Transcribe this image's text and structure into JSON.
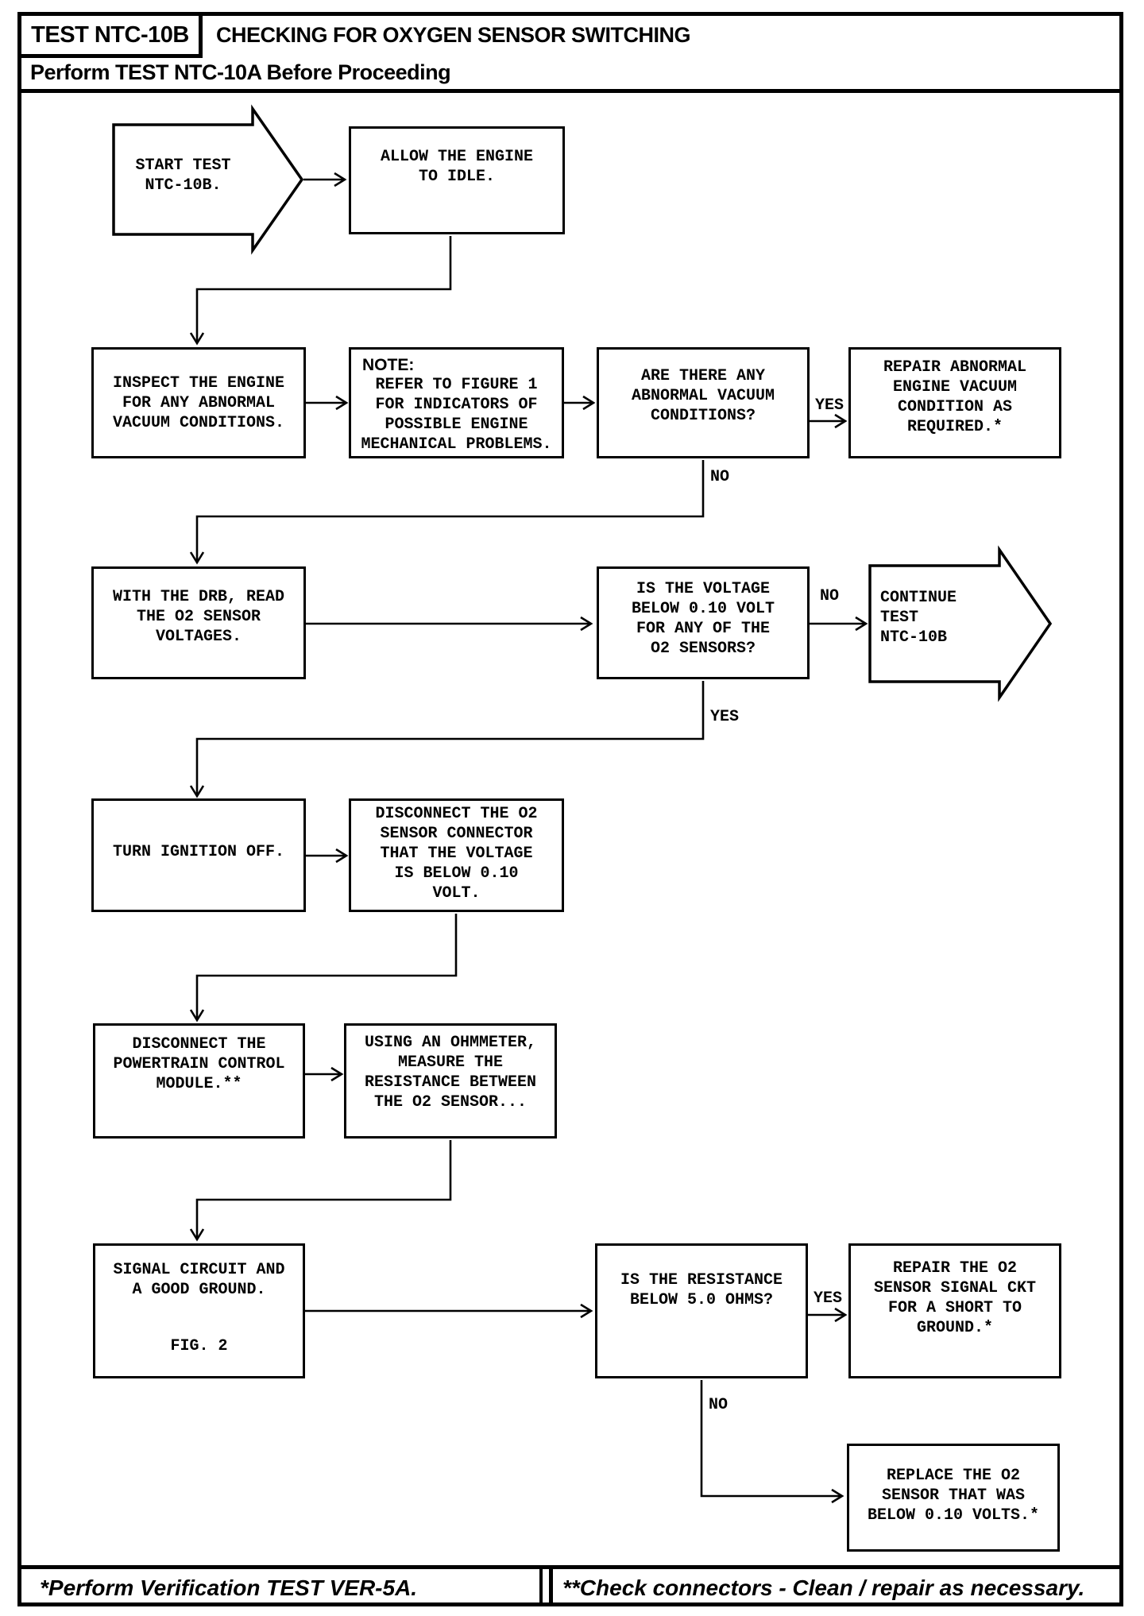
{
  "header": {
    "test_id": "TEST NTC-10B",
    "title": "CHECKING FOR OXYGEN SENSOR SWITCHING",
    "subtitle": "Perform TEST NTC-10A Before Proceeding"
  },
  "flowchart": {
    "start": "START TEST\nNTC-10B.",
    "allow_idle": "ALLOW THE ENGINE\nTO IDLE.",
    "inspect_engine": "INSPECT THE ENGINE\nFOR ANY ABNORMAL\nVACUUM CONDITIONS.",
    "note_label": "NOTE:",
    "note_text": "REFER TO FIGURE 1\nFOR INDICATORS OF\nPOSSIBLE ENGINE\nMECHANICAL PROBLEMS.",
    "vacuum_question": "ARE THERE ANY\nABNORMAL VACUUM\nCONDITIONS?",
    "repair_vacuum": "REPAIR ABNORMAL\nENGINE VACUUM\nCONDITION AS\nREQUIRED.*",
    "drb_read": "WITH THE DRB, READ\nTHE O2 SENSOR\nVOLTAGES.",
    "voltage_question": "IS THE VOLTAGE\nBELOW 0.10 VOLT\nFOR ANY OF THE\nO2 SENSORS?",
    "continue_test": "CONTINUE TEST\nNTC-10B",
    "turn_ignition": "TURN IGNITION OFF.",
    "disconnect_o2": "DISCONNECT THE O2\nSENSOR CONNECTOR\nTHAT THE VOLTAGE\nIS BELOW 0.10\nVOLT.",
    "disconnect_pcm": "DISCONNECT THE\nPOWERTRAIN CONTROL\nMODULE.**",
    "ohmmeter": "USING AN OHMMETER,\nMEASURE THE\nRESISTANCE BETWEEN\nTHE O2 SENSOR...",
    "signal_circuit": "SIGNAL CIRCUIT AND\nA GOOD GROUND.",
    "signal_fig": "FIG. 2",
    "resistance_question": "IS THE RESISTANCE\nBELOW 5.0 OHMS?",
    "repair_ckt": "REPAIR THE O2\nSENSOR SIGNAL CKT\nFOR A SHORT TO\nGROUND.*",
    "replace_sensor": "REPLACE THE O2\nSENSOR THAT WAS\nBELOW 0.10 VOLTS.*",
    "labels": {
      "yes_vacuum": "YES",
      "no_vacuum": "NO",
      "no_voltage": "NO",
      "yes_voltage": "YES",
      "yes_resistance": "YES",
      "no_resistance": "NO"
    }
  },
  "footer": {
    "left_note": "*Perform Verification TEST VER-5A.",
    "right_note": "**Check connectors - Clean / repair as necessary."
  },
  "colors": {
    "ink": "#000000",
    "paper": "#ffffff"
  }
}
